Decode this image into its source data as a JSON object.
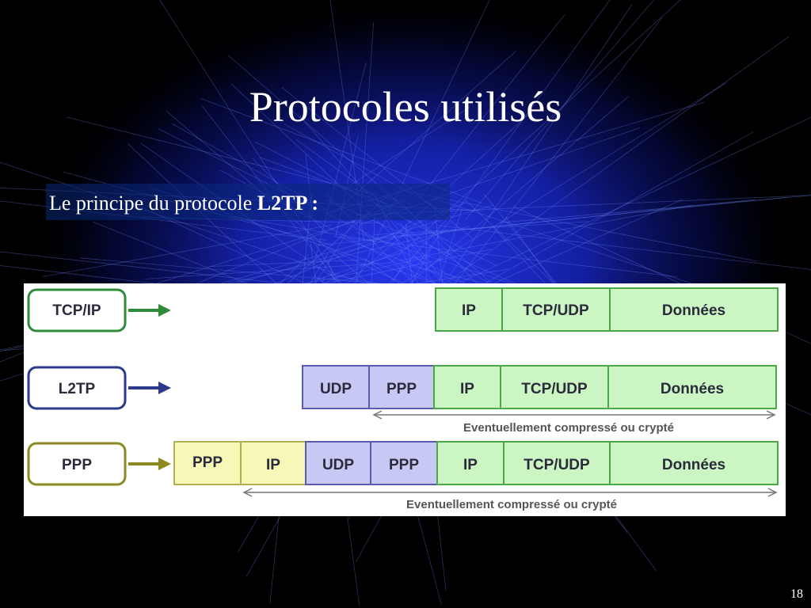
{
  "slide": {
    "title": "Protocoles utilisés",
    "subtitle_text": "Le principe du protocole ",
    "subtitle_bold": "L2TP :",
    "page_number": "18"
  },
  "diagram": {
    "rows": [
      {
        "label": "TCP/IP",
        "color": "#2e8b3a",
        "segments": [
          "IP",
          "TCP/UDP",
          "Données"
        ],
        "note": ""
      },
      {
        "label": "L2TP",
        "color": "#2b3a8a",
        "segments": [
          "UDP",
          "PPP",
          "IP",
          "TCP/UDP",
          "Données"
        ],
        "note": "Eventuellement compressé ou crypté"
      },
      {
        "label": "PPP",
        "color": "#8a8a20",
        "segments": [
          "PPP",
          "IP",
          "UDP",
          "PPP",
          "IP",
          "TCP/UDP",
          "Données"
        ],
        "note": "Eventuellement compressé ou crypté"
      }
    ],
    "colors": {
      "green_fill": "#ccf5c4",
      "green_stroke": "#4aa845",
      "blue_fill": "#c8c8f5",
      "blue_stroke": "#5a5ab0",
      "yellow_fill": "#f7f7b8",
      "yellow_stroke": "#b0b050"
    }
  }
}
